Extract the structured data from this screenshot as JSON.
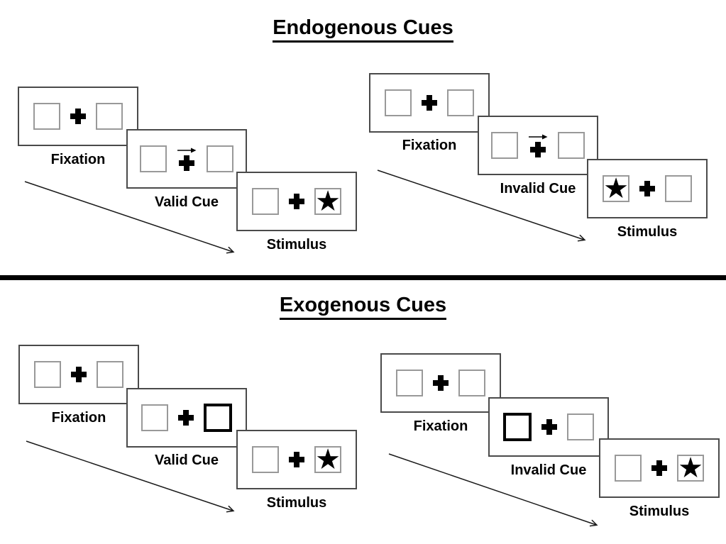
{
  "sections": [
    {
      "title": "Endogenous Cues",
      "trials": [
        {
          "name": "valid-trial",
          "panels": [
            {
              "label": "Fixation"
            },
            {
              "label": "Valid Cue",
              "cue": "central-arrow-pointing-right"
            },
            {
              "label": "Stimulus",
              "target_side": "right"
            }
          ]
        },
        {
          "name": "invalid-trial",
          "panels": [
            {
              "label": "Fixation"
            },
            {
              "label": "Invalid Cue",
              "cue": "central-arrow-pointing-right"
            },
            {
              "label": "Stimulus",
              "target_side": "left"
            }
          ]
        }
      ]
    },
    {
      "title": "Exogenous Cues",
      "trials": [
        {
          "name": "valid-trial",
          "panels": [
            {
              "label": "Fixation"
            },
            {
              "label": "Valid Cue",
              "cue": "highlighted-box-right"
            },
            {
              "label": "Stimulus",
              "target_side": "right"
            }
          ]
        },
        {
          "name": "invalid-trial",
          "panels": [
            {
              "label": "Fixation"
            },
            {
              "label": "Invalid Cue",
              "cue": "highlighted-box-left"
            },
            {
              "label": "Stimulus",
              "target_side": "right"
            }
          ]
        }
      ]
    }
  ],
  "glyphs": {
    "star": "★"
  },
  "colors": {
    "background": "#ffffff",
    "panel_border": "#4a4a4a",
    "square_border": "#999999",
    "cued_square_border": "#000000",
    "ink": "#000000"
  }
}
